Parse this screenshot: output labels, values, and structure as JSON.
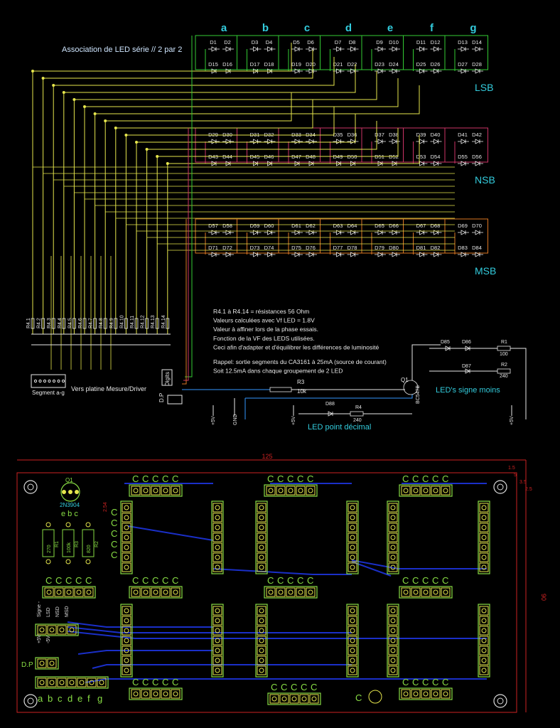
{
  "schematic": {
    "title": "Association de LED série // 2 par 2",
    "segment_letters": [
      "a",
      "b",
      "c",
      "d",
      "e",
      "f",
      "g"
    ],
    "rows": [
      {
        "label": "LSB",
        "color": "#33cc33",
        "top": [
          [
            "D1",
            "D2"
          ],
          [
            "D3",
            "D4"
          ],
          [
            "D5",
            "D6"
          ],
          [
            "D7",
            "D8"
          ],
          [
            "D9",
            "D10"
          ],
          [
            "D11",
            "D12"
          ],
          [
            "D13",
            "D14"
          ]
        ],
        "bottom": [
          [
            "D15",
            "D16"
          ],
          [
            "D17",
            "D18"
          ],
          [
            "D19",
            "D20"
          ],
          [
            "D21",
            "D22"
          ],
          [
            "D23",
            "D24"
          ],
          [
            "D25",
            "D26"
          ],
          [
            "D27",
            "D28"
          ]
        ]
      },
      {
        "label": "NSB",
        "color": "#cc3366",
        "top": [
          [
            "D29",
            "D30"
          ],
          [
            "D31",
            "D32"
          ],
          [
            "D33",
            "D34"
          ],
          [
            "D35",
            "D36"
          ],
          [
            "D37",
            "D38"
          ],
          [
            "D39",
            "D40"
          ],
          [
            "D41",
            "D42"
          ]
        ],
        "bottom": [
          [
            "D43",
            "D44"
          ],
          [
            "D45",
            "D46"
          ],
          [
            "D47",
            "D48"
          ],
          [
            "D49",
            "D50"
          ],
          [
            "D51",
            "D52"
          ],
          [
            "D53",
            "D54"
          ],
          [
            "D55",
            "D56"
          ]
        ]
      },
      {
        "label": "MSB",
        "color": "#dd7722",
        "top": [
          [
            "D57",
            "D58"
          ],
          [
            "D59",
            "D60"
          ],
          [
            "D61",
            "D62"
          ],
          [
            "D63",
            "D64"
          ],
          [
            "D65",
            "D66"
          ],
          [
            "D67",
            "D68"
          ],
          [
            "D69",
            "D70"
          ]
        ],
        "bottom": [
          [
            "D71",
            "D72"
          ],
          [
            "D73",
            "D74"
          ],
          [
            "D75",
            "D76"
          ],
          [
            "D77",
            "D78"
          ],
          [
            "D79",
            "D80"
          ],
          [
            "D81",
            "D82"
          ],
          [
            "D83",
            "D84"
          ]
        ]
      }
    ],
    "resistors": [
      "R4.1",
      "R4.2",
      "R4.3",
      "R4.4",
      "R4.5",
      "R4.6",
      "R4.7",
      "R4.8",
      "R4.9",
      "R4.10",
      "R4.11",
      "R4.12",
      "R4.13",
      "R4.14"
    ],
    "notes": [
      "R4.1 à R4.14 = résistances 56 Ohm",
      "Valeurs calculées avec Vf LED = 1.8V",
      "Valeur à affiner lors de la phase essais.",
      "Fonction de la VF des LEDS utilisées.",
      "Ceci afin d'adapter et d'équilibrer les différences de luminosité"
    ],
    "reminder": [
      "Rappel: sortie segments du CA3161 à 25mA (source de courant)",
      "Soit 12.5mA dans chaque groupement de 2 LED"
    ],
    "connector_label": "Segment a-g",
    "connector_caption": "Vers platine Mesure/Driver",
    "digits_label": "Digits",
    "dp_label": "D.P",
    "r3": {
      "name": "R3",
      "value": "10k"
    },
    "r4": {
      "name": "R4",
      "value": "240"
    },
    "r1": {
      "name": "R1",
      "value": "100"
    },
    "r2": {
      "name": "R2",
      "value": "240"
    },
    "transistor": {
      "name": "Q1",
      "part": "BC547B"
    },
    "minus_leds": [
      "D85",
      "D86",
      "D87"
    ],
    "dp_led": "D88",
    "supply": "+5V",
    "ground": "GND",
    "dp_caption": "LED point décimal",
    "minus_caption": "LED's signe moins"
  },
  "pcb": {
    "width_dim": "125",
    "height_dim": "90",
    "dims_small": [
      "1.5",
      "5",
      "3.5",
      "2.5"
    ],
    "q1": {
      "name": "Q1",
      "part": "2N3904",
      "pins": "e b c"
    },
    "resistors": [
      {
        "value": "270",
        "name": "R1"
      },
      {
        "value": "100k",
        "name": "R3"
      },
      {
        "value": "820",
        "name": "R2"
      }
    ],
    "common_label": "C",
    "vertical_dim": "2.54",
    "header_labels": [
      "Signe -",
      "LSD",
      "NSD",
      "MSD"
    ],
    "power_labels": [
      "+5V",
      "-5V"
    ],
    "dp_label": "D.P",
    "segment_letters": [
      "a",
      "b",
      "c",
      "d",
      "e",
      "f",
      "g"
    ]
  }
}
